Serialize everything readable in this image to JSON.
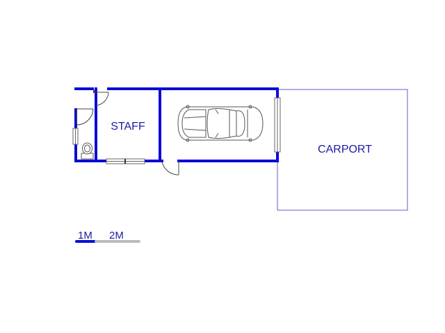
{
  "rooms": {
    "staff_label": "STAFF",
    "carport_label": "CARPORT"
  },
  "scale_bar": {
    "label_1": "1M",
    "label_2": "2M"
  },
  "colors": {
    "wall": "#0b0bd6",
    "label": "#1a1aa6",
    "line": "#6a5acd",
    "fixture": "#555555",
    "scale_grey": "#bbbbbb"
  },
  "icons": {
    "car": "car-top-view-icon",
    "toilet": "toilet-icon"
  }
}
